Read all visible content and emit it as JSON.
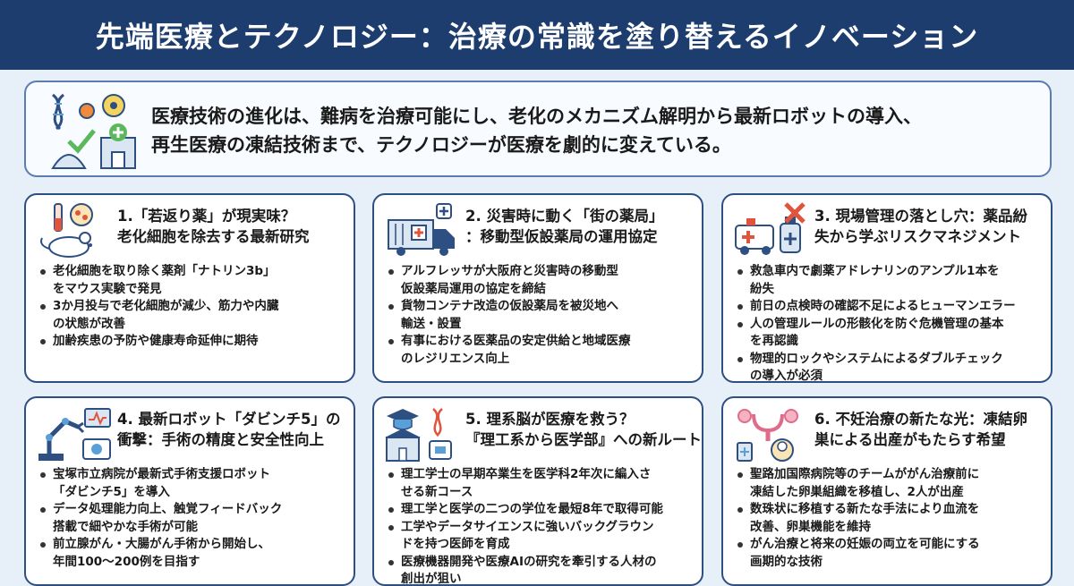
{
  "header": {
    "title": "先端医療とテクノロジー：治療の常識を塗り替えるイノベーション"
  },
  "intro": {
    "icon": "medical-technology-icon",
    "lines": [
      "医療技術の進化は、難病を治療可能にし、老化のメカニズム解明から最新ロボットの導入、",
      "再生医療の凍結技術まで、テクノロジーが医療を劇的に変えている。"
    ]
  },
  "cards": [
    {
      "icon": "mouse-lab-icon",
      "title": [
        "1.「若返り薬」が現実味？",
        "老化細胞を除去する最新研究"
      ],
      "bullets": [
        [
          "老化細胞を取り除く薬剤「ナトリン3b」",
          "をマウス実験で発見"
        ],
        [
          "3か月投与で老化細胞が減少、筋力や内臓",
          "の状態が改善"
        ],
        [
          "加齢疾患の予防や健康寿命延伸に期待"
        ]
      ]
    },
    {
      "icon": "mobile-pharmacy-truck-icon",
      "title": [
        "2. 災害時に動く「街の薬局」",
        "：移動型仮設薬局の運用協定"
      ],
      "bullets": [
        [
          "アルフレッサが大阪府と災害時の移動型",
          "仮設薬局運用の協定を締結"
        ],
        [
          "貨物コンテナ改造の仮設薬局を被災地へ",
          "輸送・設置"
        ],
        [
          "有事における医薬品の安定供給と地域医療",
          "のレジリエンス向上"
        ]
      ]
    },
    {
      "icon": "ambulance-medicine-icon",
      "title": [
        "3. 現場管理の落とし穴：薬品紛",
        "失から学ぶリスクマネジメント"
      ],
      "bullets": [
        [
          "救急車内で劇薬アドレナリンのアンプル1本を",
          "紛失"
        ],
        [
          "前日の点検時の確認不足によるヒューマンエラー"
        ],
        [
          "人の管理ルールの形骸化を防ぐ危機管理の基本",
          "を再認識"
        ],
        [
          "物理的ロックやシステムによるダブルチェック",
          "の導入が必須"
        ]
      ]
    },
    {
      "icon": "surgical-robot-icon",
      "title": [
        "4. 最新ロボット「ダビンチ5」の",
        "衝撃：手術の精度と安全性向上"
      ],
      "bullets": [
        [
          "宝塚市立病院が最新式手術支援ロボット",
          "「ダビンチ5」を導入"
        ],
        [
          "データ処理能力向上、触覚フィードバック",
          "搭載で細やかな手術が可能"
        ],
        [
          "前立腺がん・大腸がん手術から開始し、",
          "年間100〜200例を目指す"
        ]
      ]
    },
    {
      "icon": "science-medical-school-icon",
      "title": [
        "5. 理系脳が医療を救う？",
        "『理工系から医学部』への新ルート"
      ],
      "bullets": [
        [
          "理工学士の早期卒業生を医学科2年次に編入さ",
          "せる新コース"
        ],
        [
          "理工学と医学の二つの学位を最短8年で取得可能"
        ],
        [
          "工学やデータサイエンスに強いバックグラウン",
          "ドを持つ医師を育成"
        ],
        [
          "医療機器開発や医療AIの研究を牽引する人材の",
          "創出が狙い"
        ]
      ]
    },
    {
      "icon": "fertility-treatment-icon",
      "title": [
        "6. 不妊治療の新たな光：凍結卵",
        "巣による出産がもたらす希望"
      ],
      "bullets": [
        [
          "聖路加国際病院等のチームががん治療前に",
          "凍結した卵巣組織を移植し、2人が出産"
        ],
        [
          "数珠状に移植する新たな手法により血流を",
          "改善、卵巣機能を維持"
        ],
        [
          "がん治療と将来の妊娠の両立を可能にする",
          "画期的な技術"
        ]
      ]
    }
  ]
}
